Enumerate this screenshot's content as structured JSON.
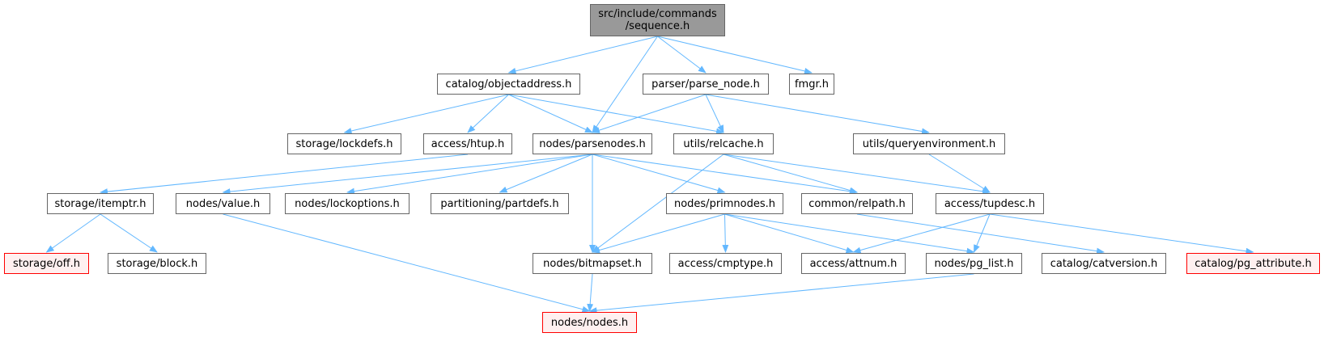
{
  "colors": {
    "edge": "#63b8ff",
    "node_border": "#666666",
    "root_fill": "#999999",
    "truncated_border": "#ff0000",
    "truncated_fill": "#fff0f0"
  },
  "graph": {
    "nodes": [
      {
        "id": "sequence",
        "label": "src/include/commands\n/sequence.h",
        "kind": "root"
      },
      {
        "id": "objectaddress",
        "label": "catalog/objectaddress.h",
        "kind": "normal"
      },
      {
        "id": "parse_node",
        "label": "parser/parse_node.h",
        "kind": "normal"
      },
      {
        "id": "fmgr",
        "label": "fmgr.h",
        "kind": "normal"
      },
      {
        "id": "lockdefs",
        "label": "storage/lockdefs.h",
        "kind": "normal"
      },
      {
        "id": "htup",
        "label": "access/htup.h",
        "kind": "normal"
      },
      {
        "id": "parsenodes",
        "label": "nodes/parsenodes.h",
        "kind": "normal"
      },
      {
        "id": "relcache",
        "label": "utils/relcache.h",
        "kind": "normal"
      },
      {
        "id": "queryenv",
        "label": "utils/queryenvironment.h",
        "kind": "normal"
      },
      {
        "id": "itemptr",
        "label": "storage/itemptr.h",
        "kind": "normal"
      },
      {
        "id": "value",
        "label": "nodes/value.h",
        "kind": "normal"
      },
      {
        "id": "lockoptions",
        "label": "nodes/lockoptions.h",
        "kind": "normal"
      },
      {
        "id": "partdefs",
        "label": "partitioning/partdefs.h",
        "kind": "normal"
      },
      {
        "id": "primnodes",
        "label": "nodes/primnodes.h",
        "kind": "normal"
      },
      {
        "id": "relpath",
        "label": "common/relpath.h",
        "kind": "normal"
      },
      {
        "id": "tupdesc",
        "label": "access/tupdesc.h",
        "kind": "normal"
      },
      {
        "id": "off",
        "label": "storage/off.h",
        "kind": "truncated"
      },
      {
        "id": "block",
        "label": "storage/block.h",
        "kind": "normal"
      },
      {
        "id": "bitmapset",
        "label": "nodes/bitmapset.h",
        "kind": "normal"
      },
      {
        "id": "cmptype",
        "label": "access/cmptype.h",
        "kind": "normal"
      },
      {
        "id": "attnum",
        "label": "access/attnum.h",
        "kind": "normal"
      },
      {
        "id": "pg_list",
        "label": "nodes/pg_list.h",
        "kind": "normal"
      },
      {
        "id": "catversion",
        "label": "catalog/catversion.h",
        "kind": "normal"
      },
      {
        "id": "pg_attribute",
        "label": "catalog/pg_attribute.h",
        "kind": "truncated"
      },
      {
        "id": "nodes",
        "label": "nodes/nodes.h",
        "kind": "truncated"
      }
    ],
    "edges": [
      [
        "sequence",
        "objectaddress"
      ],
      [
        "sequence",
        "parsenodes"
      ],
      [
        "sequence",
        "parse_node"
      ],
      [
        "sequence",
        "fmgr"
      ],
      [
        "objectaddress",
        "lockdefs"
      ],
      [
        "objectaddress",
        "htup"
      ],
      [
        "objectaddress",
        "parsenodes"
      ],
      [
        "objectaddress",
        "relcache"
      ],
      [
        "parse_node",
        "parsenodes"
      ],
      [
        "parse_node",
        "relcache"
      ],
      [
        "parse_node",
        "queryenv"
      ],
      [
        "htup",
        "itemptr"
      ],
      [
        "parsenodes",
        "value"
      ],
      [
        "parsenodes",
        "lockoptions"
      ],
      [
        "parsenodes",
        "partdefs"
      ],
      [
        "parsenodes",
        "primnodes"
      ],
      [
        "parsenodes",
        "relpath"
      ],
      [
        "parsenodes",
        "bitmapset"
      ],
      [
        "relcache",
        "relpath"
      ],
      [
        "relcache",
        "tupdesc"
      ],
      [
        "relcache",
        "bitmapset"
      ],
      [
        "queryenv",
        "tupdesc"
      ],
      [
        "itemptr",
        "off"
      ],
      [
        "itemptr",
        "block"
      ],
      [
        "value",
        "nodes"
      ],
      [
        "primnodes",
        "bitmapset"
      ],
      [
        "primnodes",
        "cmptype"
      ],
      [
        "primnodes",
        "attnum"
      ],
      [
        "primnodes",
        "pg_list"
      ],
      [
        "relpath",
        "catversion"
      ],
      [
        "tupdesc",
        "attnum"
      ],
      [
        "tupdesc",
        "pg_list"
      ],
      [
        "tupdesc",
        "pg_attribute"
      ],
      [
        "bitmapset",
        "nodes"
      ],
      [
        "pg_list",
        "nodes"
      ]
    ]
  }
}
